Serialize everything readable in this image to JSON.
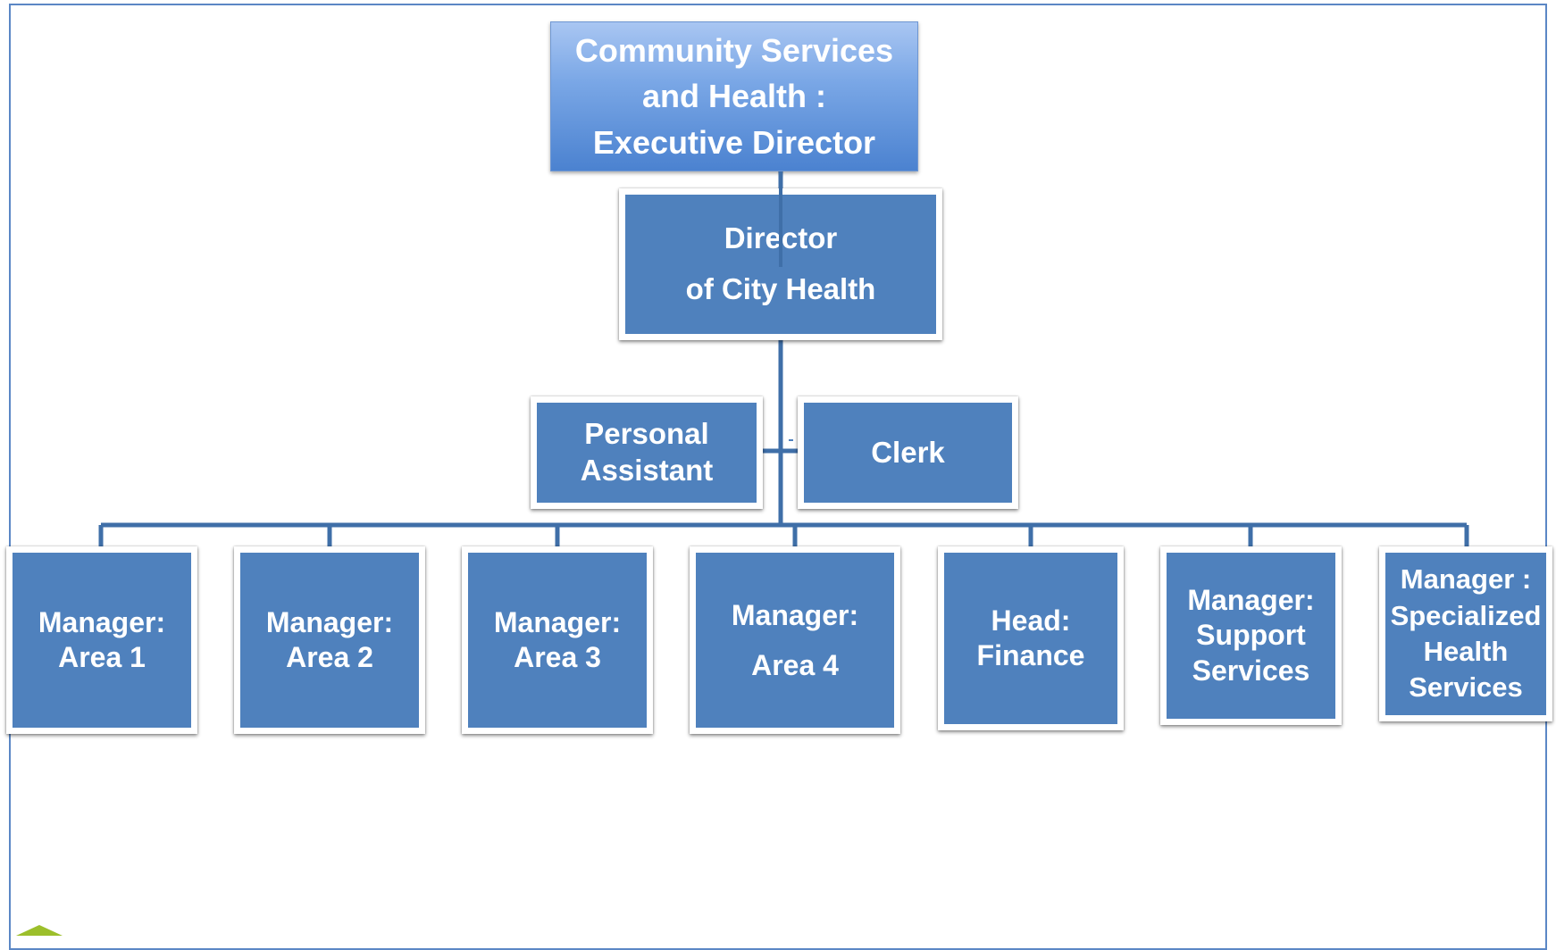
{
  "exec": {
    "lines": [
      "Community Services",
      "and Health :",
      "Executive Director"
    ]
  },
  "director": {
    "lines": [
      "Director",
      "of City Health"
    ]
  },
  "assistants": {
    "personal_assistant": {
      "lines": [
        "Personal",
        "Assistant"
      ]
    },
    "clerk": {
      "lines": [
        "Clerk"
      ]
    }
  },
  "managers": [
    {
      "lines": [
        "Manager:",
        "Area 1"
      ]
    },
    {
      "lines": [
        "Manager:",
        "Area 2"
      ]
    },
    {
      "lines": [
        "Manager:",
        "Area 3"
      ]
    },
    {
      "lines": [
        "Manager:",
        "Area 4"
      ]
    },
    {
      "lines": [
        "Head:",
        "Finance"
      ]
    },
    {
      "lines": [
        "Manager:",
        "Support",
        "Services"
      ]
    },
    {
      "lines": [
        "Manager :",
        "Specialized",
        "Health",
        "Services"
      ]
    }
  ],
  "colors": {
    "box_fill": "#4f81bd",
    "connector": "#3f6fa8",
    "exec_gradient_top": "#a9c6f2",
    "exec_gradient_bottom": "#4b82d0",
    "frame_border": "#5b87c5",
    "logo": "#9cbf2b"
  }
}
